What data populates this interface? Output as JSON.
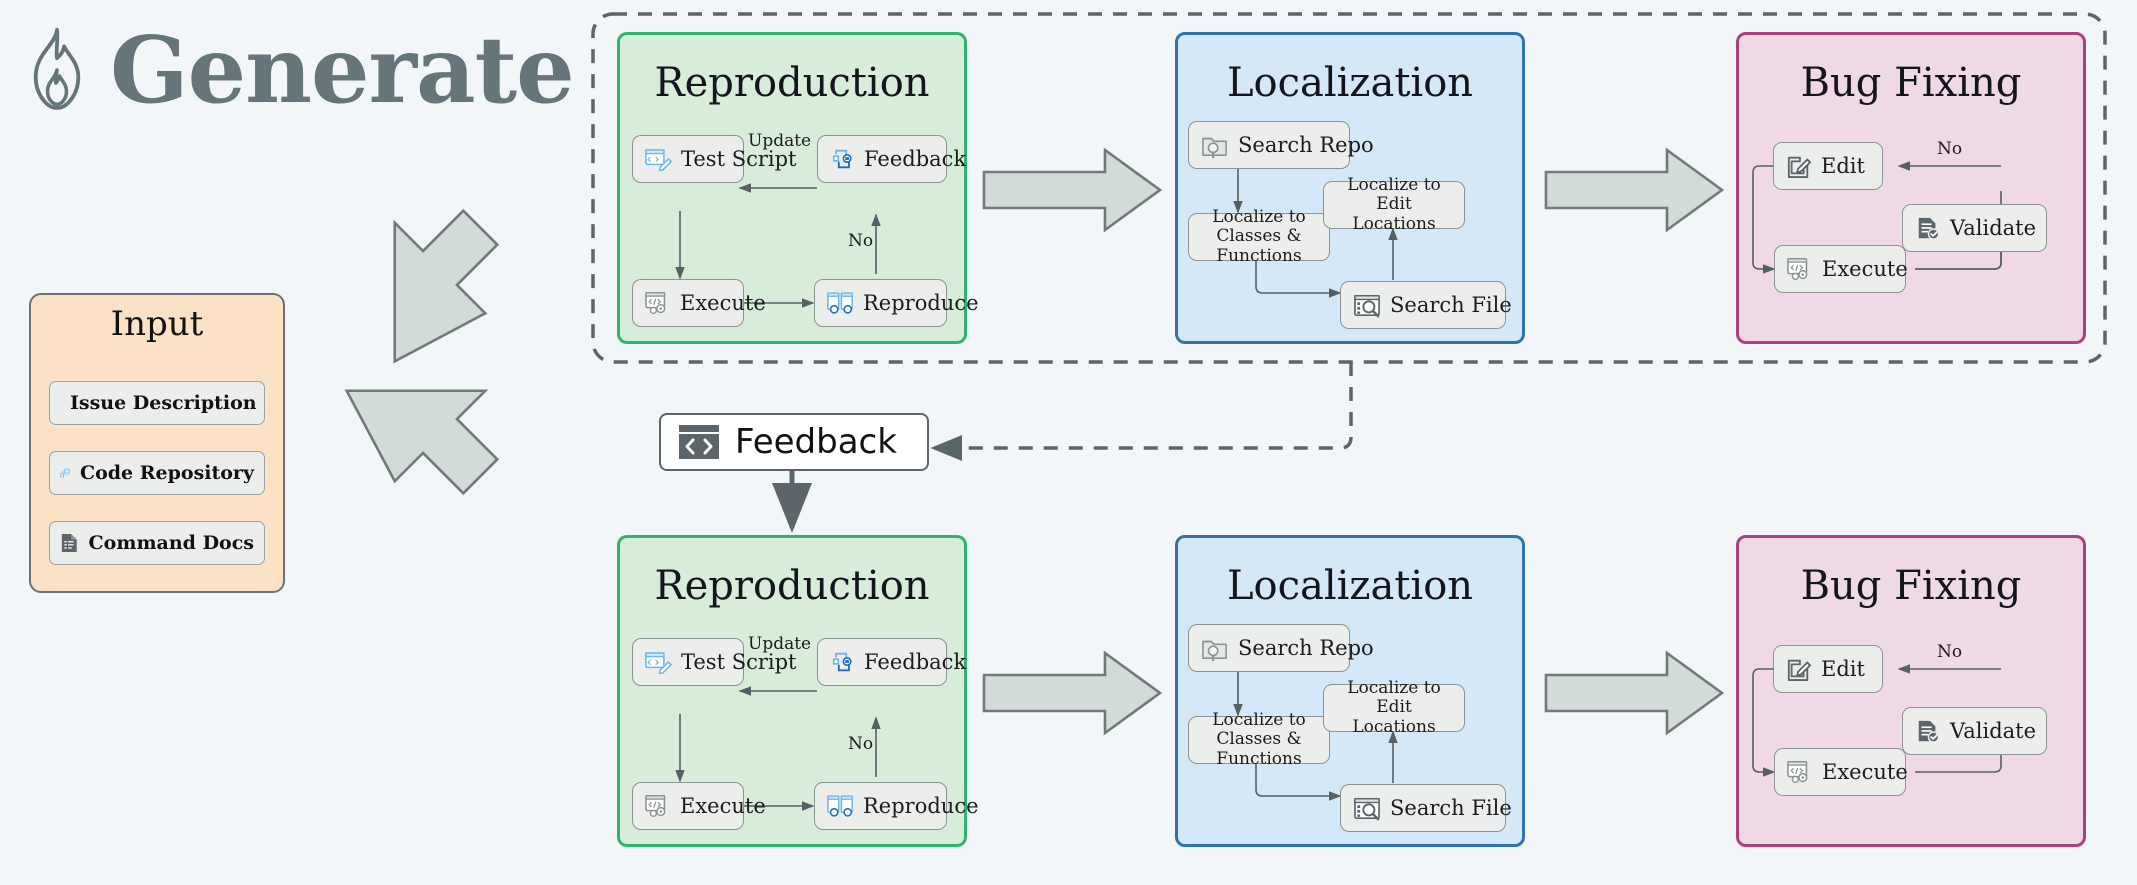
{
  "brand": {
    "label": "Generate",
    "icon": "flame-icon"
  },
  "input": {
    "title": "Input",
    "items": [
      {
        "label": "Issue Description",
        "icon": "code-window-icon"
      },
      {
        "label": "Code Repository",
        "icon": "database-repo-icon"
      },
      {
        "label": "Command Docs",
        "icon": "document-code-icon"
      }
    ]
  },
  "feedback_node": {
    "label": "Feedback",
    "icon": "code-brackets-icon"
  },
  "phases": {
    "reproduction": {
      "title": "Reproduction",
      "nodes": [
        {
          "label": "Test Script",
          "icon": "script-edit-icon"
        },
        {
          "label": "Feedback",
          "icon": "feedback-loop-icon"
        },
        {
          "label": "Execute",
          "icon": "execute-gear-icon"
        },
        {
          "label": "Reproduce",
          "icon": "reproduce-icon"
        }
      ],
      "edge_labels": {
        "update": "Update",
        "no": "No"
      }
    },
    "localization": {
      "title": "Localization",
      "nodes": [
        {
          "label": "Search Repo",
          "icon": "folder-search-icon"
        },
        {
          "label": "Localize to Classes & Functions",
          "icon": "none"
        },
        {
          "label": "Localize to Edit Locations",
          "icon": "none"
        },
        {
          "label": "Search File",
          "icon": "file-search-icon"
        }
      ]
    },
    "bugfixing": {
      "title": "Bug Fixing",
      "nodes": [
        {
          "label": "Edit",
          "icon": "edit-pencil-icon"
        },
        {
          "label": "Validate",
          "icon": "validate-check-icon"
        },
        {
          "label": "Execute",
          "icon": "execute-gear-icon"
        }
      ],
      "edge_labels": {
        "no": "No"
      }
    }
  },
  "colors": {
    "background": "#f2f6f9",
    "brand_text": "#66757a",
    "reproduction_border": "#2fb371",
    "reproduction_fill": "#d7ecd9",
    "localization_border": "#2f72b3",
    "localization_fill": "#d4e8f7",
    "bugfixing_border": "#ac3f7e",
    "bugfixing_fill": "#efd9e6",
    "input_fill": "#fbe2c7",
    "input_border": "#6b7176",
    "node_fill": "#eceeec",
    "node_border": "#8d9295",
    "block_arrow_fill": "#d3dbd8",
    "block_arrow_border": "#6f7a79",
    "dashed_line": "#5c6569"
  }
}
